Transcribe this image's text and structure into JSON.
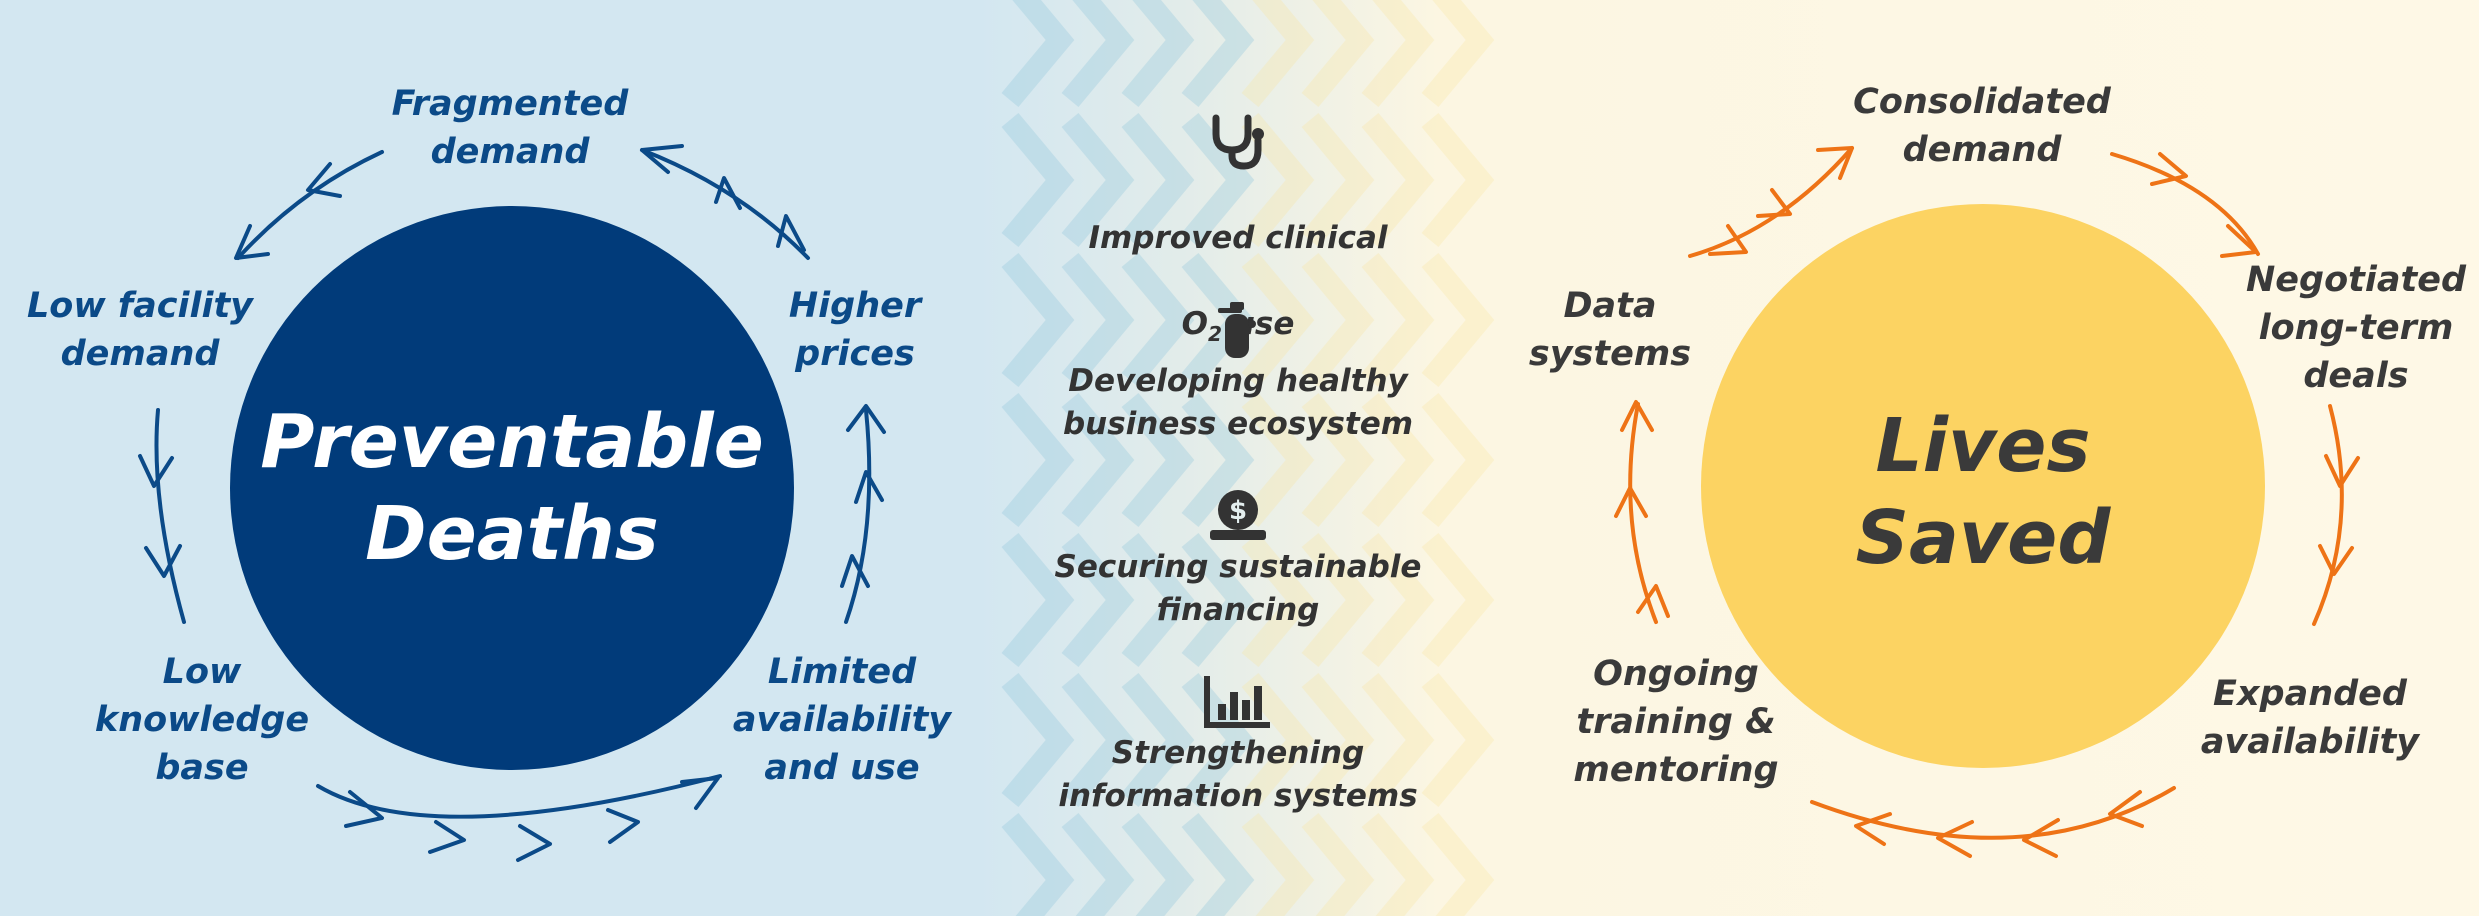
{
  "colors": {
    "left_circle": "#013b7a",
    "left_text": "#0b4a88",
    "right_circle": "#fcd362",
    "right_arrow": "#ee7316",
    "dark_text": "#3a3a3a"
  },
  "left_cycle": {
    "center": "Preventable\nDeaths",
    "labels": {
      "fragmented_demand": "Fragmented\ndemand",
      "higher_prices": "Higher\nprices",
      "limited_availability": "Limited\navailability\nand use",
      "low_knowledge": "Low\nknowledge\nbase",
      "low_facility_demand": "Low facility\ndemand"
    }
  },
  "middle": {
    "items": [
      {
        "icon": "stethoscope-icon",
        "line1": "Improved clinical",
        "line2_main": "O",
        "line2_sub": "2",
        "line2_rest": " use"
      },
      {
        "icon": "oxygen-cylinder-icon",
        "text": "Developing healthy\nbusiness ecosystem"
      },
      {
        "icon": "money-bag-icon",
        "icon_glyph": "$",
        "text": "Securing sustainable\nfinancing"
      },
      {
        "icon": "bar-chart-icon",
        "text": "Strengthening\ninformation systems"
      }
    ]
  },
  "right_cycle": {
    "center": "Lives\nSaved",
    "labels": {
      "consolidated_demand": "Consolidated\ndemand",
      "negotiated_deals": "Negotiated\nlong-term\ndeals",
      "expanded_availability": "Expanded\navailability",
      "ongoing_training": "Ongoing\ntraining &\nmentoring",
      "data_systems": "Data\nsystems"
    }
  }
}
